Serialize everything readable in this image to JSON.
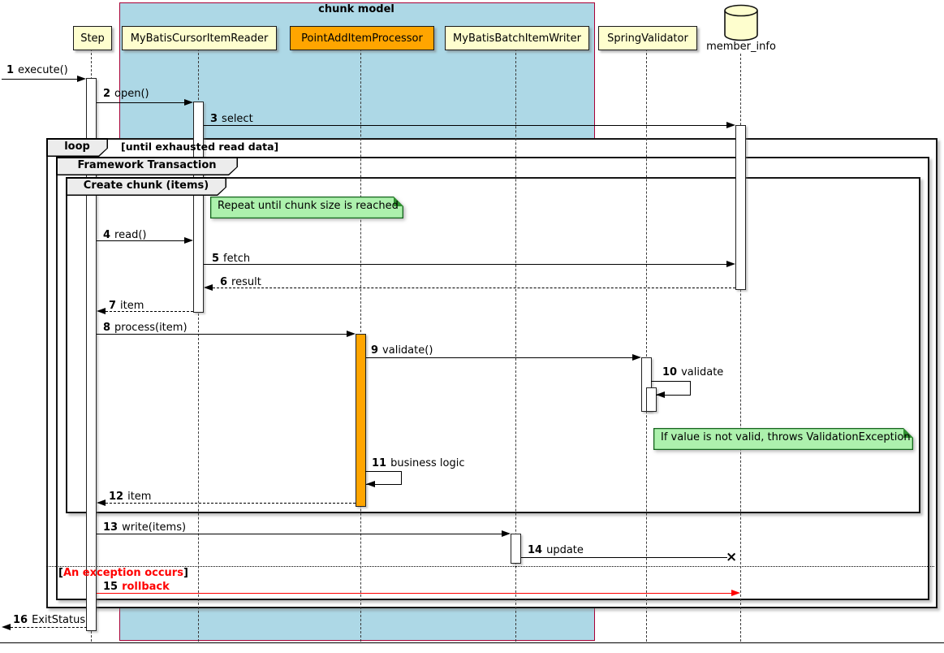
{
  "diagram": {
    "type": "sequence-diagram",
    "box_frame": {
      "title": "chunk model",
      "fill": "#ADD8E6",
      "border": "#A80036"
    },
    "participants": [
      {
        "name": "Step",
        "kind": "participant"
      },
      {
        "name": "MyBatisCursorItemReader",
        "kind": "participant"
      },
      {
        "name": "PointAddItemProcessor",
        "kind": "participant",
        "fill": "#FFA500"
      },
      {
        "name": "MyBatisBatchItemWriter",
        "kind": "participant"
      },
      {
        "name": "SpringValidator",
        "kind": "participant"
      },
      {
        "name": "member_info",
        "kind": "database"
      }
    ],
    "frames": [
      {
        "kind": "loop",
        "label": "loop",
        "condition": "[until exhausted read data]"
      },
      {
        "kind": "group",
        "label": "Framework Transaction"
      },
      {
        "kind": "group",
        "label": "Create chunk (items)"
      }
    ],
    "notes": [
      {
        "text": "Repeat until chunk size is reached",
        "fill": "#ADF1AD"
      },
      {
        "text": "If value is not valid, throws ValidationException",
        "fill": "#ADF1AD"
      }
    ],
    "divider": {
      "bracket_open": "[",
      "text": "An exception occurs",
      "bracket_close": "]",
      "color": "#FF0000"
    },
    "messages": [
      {
        "num": "1",
        "label": "execute()",
        "from": "external",
        "to": "Step",
        "style": "solid"
      },
      {
        "num": "2",
        "label": "open()",
        "from": "Step",
        "to": "MyBatisCursorItemReader",
        "style": "solid"
      },
      {
        "num": "3",
        "label": "select",
        "from": "MyBatisCursorItemReader",
        "to": "member_info",
        "style": "solid"
      },
      {
        "num": "4",
        "label": "read()",
        "from": "Step",
        "to": "MyBatisCursorItemReader",
        "style": "solid"
      },
      {
        "num": "5",
        "label": "fetch",
        "from": "MyBatisCursorItemReader",
        "to": "member_info",
        "style": "solid"
      },
      {
        "num": "6",
        "label": "result",
        "from": "member_info",
        "to": "MyBatisCursorItemReader",
        "style": "return"
      },
      {
        "num": "7",
        "label": "item",
        "from": "MyBatisCursorItemReader",
        "to": "Step",
        "style": "return"
      },
      {
        "num": "8",
        "label": "process(item)",
        "from": "Step",
        "to": "PointAddItemProcessor",
        "style": "solid"
      },
      {
        "num": "9",
        "label": "validate()",
        "from": "PointAddItemProcessor",
        "to": "SpringValidator",
        "style": "solid"
      },
      {
        "num": "10",
        "label": "validate",
        "from": "SpringValidator",
        "to": "SpringValidator",
        "style": "self"
      },
      {
        "num": "11",
        "label": "business logic",
        "from": "PointAddItemProcessor",
        "to": "PointAddItemProcessor",
        "style": "self"
      },
      {
        "num": "12",
        "label": "item",
        "from": "PointAddItemProcessor",
        "to": "Step",
        "style": "return"
      },
      {
        "num": "13",
        "label": "write(items)",
        "from": "Step",
        "to": "MyBatisBatchItemWriter",
        "style": "solid"
      },
      {
        "num": "14",
        "label": "update",
        "from": "MyBatisBatchItemWriter",
        "to": "member_info",
        "style": "destroy",
        "end_marker": "×"
      },
      {
        "num": "15",
        "label": "rollback",
        "from": "Step",
        "to": "member_info",
        "style": "solid",
        "color": "#FF0000"
      },
      {
        "num": "16",
        "label": "ExitStatus",
        "from": "Step",
        "to": "external",
        "style": "return"
      }
    ]
  }
}
